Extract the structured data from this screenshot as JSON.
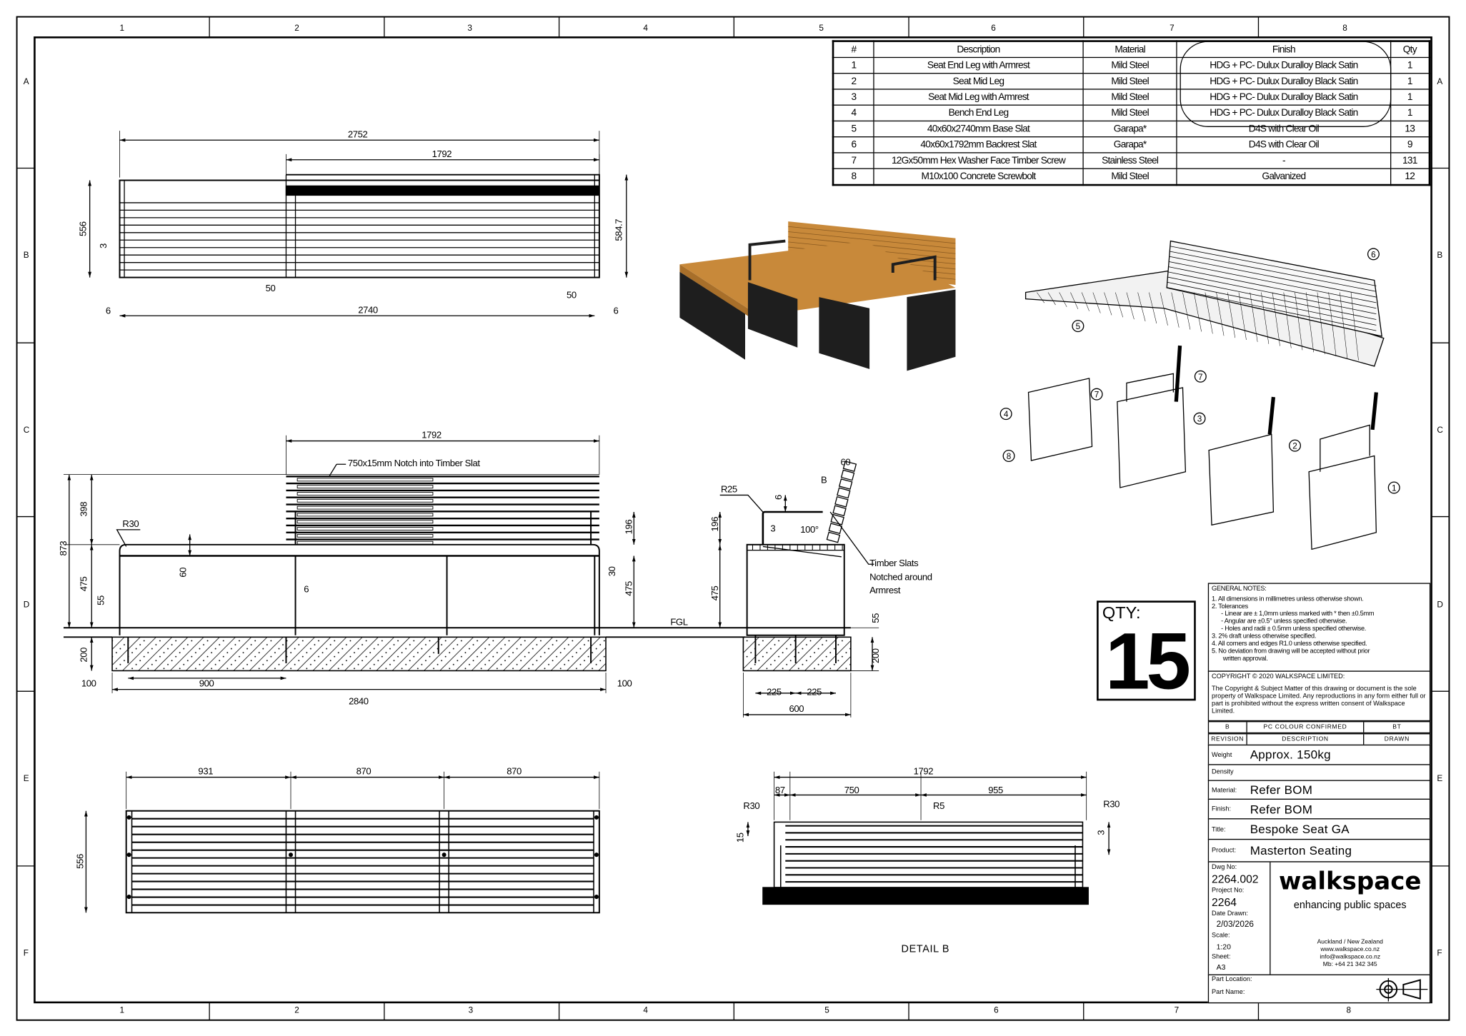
{
  "zones": {
    "columns": [
      "1",
      "2",
      "3",
      "4",
      "5",
      "6",
      "7",
      "8"
    ],
    "rows": [
      "A",
      "B",
      "C",
      "D",
      "E",
      "F"
    ]
  },
  "bom": {
    "headers": [
      "#",
      "Description",
      "Material",
      "Finish",
      "Qty"
    ],
    "rows": [
      [
        "1",
        "Seat End Leg with Armrest",
        "Mild Steel",
        "HDG + PC- Dulux Duralloy Black Satin",
        "1"
      ],
      [
        "2",
        "Seat Mid Leg",
        "Mild Steel",
        "HDG + PC- Dulux Duralloy Black Satin",
        "1"
      ],
      [
        "3",
        "Seat Mid Leg with Armrest",
        "Mild Steel",
        "HDG + PC- Dulux Duralloy Black Satin",
        "1"
      ],
      [
        "4",
        "Bench End Leg",
        "Mild Steel",
        "HDG + PC- Dulux Duralloy Black Satin",
        "1"
      ],
      [
        "5",
        "40x60x2740mm Base Slat",
        "Garapa*",
        "D4S with Clear Oil",
        "13"
      ],
      [
        "6",
        "40x60x1792mm Backrest Slat",
        "Garapa*",
        "D4S with Clear Oil",
        "9"
      ],
      [
        "7",
        "12Gx50mm Hex Washer Face Timber Screw",
        "Stainless Steel",
        "-",
        "131"
      ],
      [
        "8",
        "M10x100 Concrete Screwbolt",
        "Mild Steel",
        "Galvanized",
        "12"
      ]
    ]
  },
  "top_view": {
    "dims": [
      "2752",
      "1792",
      "556",
      "3",
      "584.7",
      "50",
      "50",
      "6",
      "2740",
      "6"
    ]
  },
  "front_view": {
    "dims": [
      "1792",
      "873",
      "398",
      "475",
      "55",
      "200",
      "R30",
      "60",
      "6",
      "196",
      "30",
      "475",
      "100",
      "900",
      "100",
      "2840"
    ],
    "note": "750x15mm Notch into Timber Slat",
    "ground_label": "FGL"
  },
  "section_view": {
    "dims": [
      "R25",
      "6",
      "B",
      "60",
      "3",
      "100°",
      "196",
      "475",
      "55",
      "200",
      "225",
      "225",
      "600"
    ],
    "note": [
      "Timber Slats",
      "Notched around",
      "Armrest"
    ]
  },
  "plan_view": {
    "dims": [
      "931",
      "870",
      "870",
      "556"
    ]
  },
  "detail_b": {
    "dims": [
      "1792",
      "87",
      "750",
      "955",
      "R30",
      "R5",
      "R30",
      "15",
      "3"
    ],
    "title": "DETAIL B"
  },
  "balloons": [
    "6",
    "5",
    "7",
    "7",
    "4",
    "8",
    "3",
    "2",
    "1"
  ],
  "colors": {
    "timber": "#c8893a",
    "steel": "#1e1e1e"
  },
  "qty": {
    "label": "QTY:",
    "value": "15"
  },
  "notes": {
    "title": "GENERAL NOTES:",
    "items": [
      "1.  All dimensions in millimetres unless otherwise shown.",
      "2.  Tolerances",
      "- Linear are ± 1,0mm unless marked with * then ±0.5mm",
      "- Angular are ±0.5° unless specified otherwise.",
      "- Holes and radii ± 0.5mm unless specified otherwise.",
      "3.  2% draft unless otherwise specified.",
      "4.  All corners and edges R1.0 unless otherwise specified.",
      "5.  No deviation from drawing will be accepted without prior",
      "written approval."
    ]
  },
  "copyright": {
    "title": "COPYRIGHT © 2020 WALKSPACE LIMITED:",
    "body": "The Copyright & Subject Matter of this drawing or document is the sole property of Walkspace Limited. Any reproductions in any form either full or part is prohibited without the express written consent of Walkspace Limited."
  },
  "revision": {
    "rev": "B",
    "description": "PC COLOUR CONFIRMED",
    "drawn": "BT",
    "headers": [
      "REVISION",
      "DESCRIPTION",
      "DRAWN"
    ]
  },
  "title_block": {
    "weight_label": "Weight",
    "weight": "Approx. 150kg",
    "density_label": "Density",
    "material_label": "Material:",
    "material": "Refer BOM",
    "finish_label": "Finish:",
    "finish": "Refer BOM",
    "title_label": "Title:",
    "title": "Bespoke Seat GA",
    "product_label": "Product:",
    "product": "Masterton Seating",
    "dwg_no_label": "Dwg No:",
    "dwg_no": "2264.002",
    "project_no_label": "Project No:",
    "project_no": "2264",
    "date_label": "Date Drawn:",
    "date": "2/03/2026",
    "scale_label": "Scale:",
    "scale": "1:20",
    "sheet_label": "Sheet:",
    "sheet": "A3",
    "part_location_label": "Part Location:",
    "part_name_label": "Part Name:"
  },
  "company": {
    "logo": "walkspace",
    "tagline": "enhancing public spaces",
    "location": "Auckland / New Zealand",
    "web": "www.walkspace.co.nz",
    "email": "info@walkspace.co.nz",
    "phone": "Mb:  +64 21 342 345"
  },
  "projection_symbol": "third-angle-projection-icon"
}
